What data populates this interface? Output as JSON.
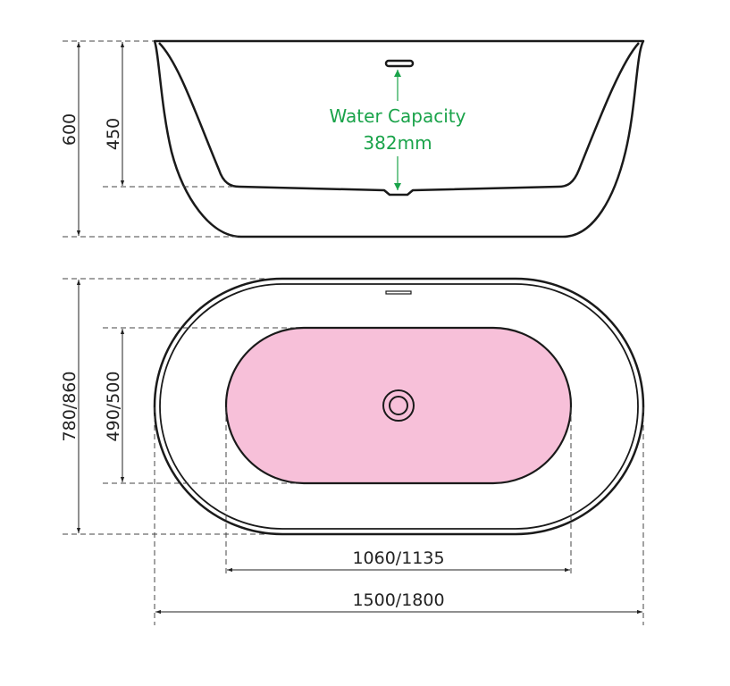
{
  "side_view": {
    "height_total": "600",
    "height_inner": "450",
    "water_capacity_label": "Water Capacity",
    "water_capacity_value": "382mm"
  },
  "top_view": {
    "width_total": "780/860",
    "width_inner": "490/500",
    "length_inner": "1060/1135",
    "length_total": "1500/1800"
  },
  "colors": {
    "basin": "#f7c0d9",
    "annotation": "#1aa34a",
    "outline": "#1a1a1a"
  }
}
